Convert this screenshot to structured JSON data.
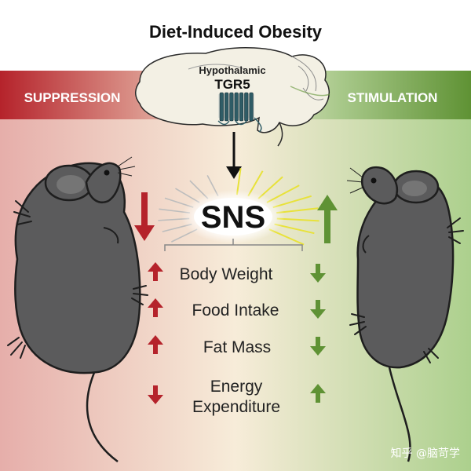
{
  "title": "Diet-Induced Obesity",
  "brain": {
    "label_line1": "Hypothalamic",
    "label_line2": "TGR5"
  },
  "left_condition": {
    "label": "SUPPRESSION",
    "color": "#b5232b"
  },
  "right_condition": {
    "label": "STIMULATION",
    "color": "#5f9234"
  },
  "center_node": "SNS",
  "outcomes": [
    {
      "label": "Body Weight",
      "left_direction": "up",
      "right_direction": "down"
    },
    {
      "label": "Food Intake",
      "left_direction": "up",
      "right_direction": "down"
    },
    {
      "label": "Fat Mass",
      "left_direction": "up",
      "right_direction": "down"
    },
    {
      "label_line1": "Energy",
      "label_line2": "Expenditure",
      "left_direction": "down",
      "right_direction": "up"
    }
  ],
  "sns_effect": {
    "left_direction": "down",
    "right_direction": "up"
  },
  "watermark": "知乎 @脑苛学",
  "colors": {
    "mouse_body": "#5b5b5c",
    "mouse_outline": "#1e1e1e",
    "brain_fill": "#f3f0e4",
    "receptor": "#2f5c66"
  }
}
